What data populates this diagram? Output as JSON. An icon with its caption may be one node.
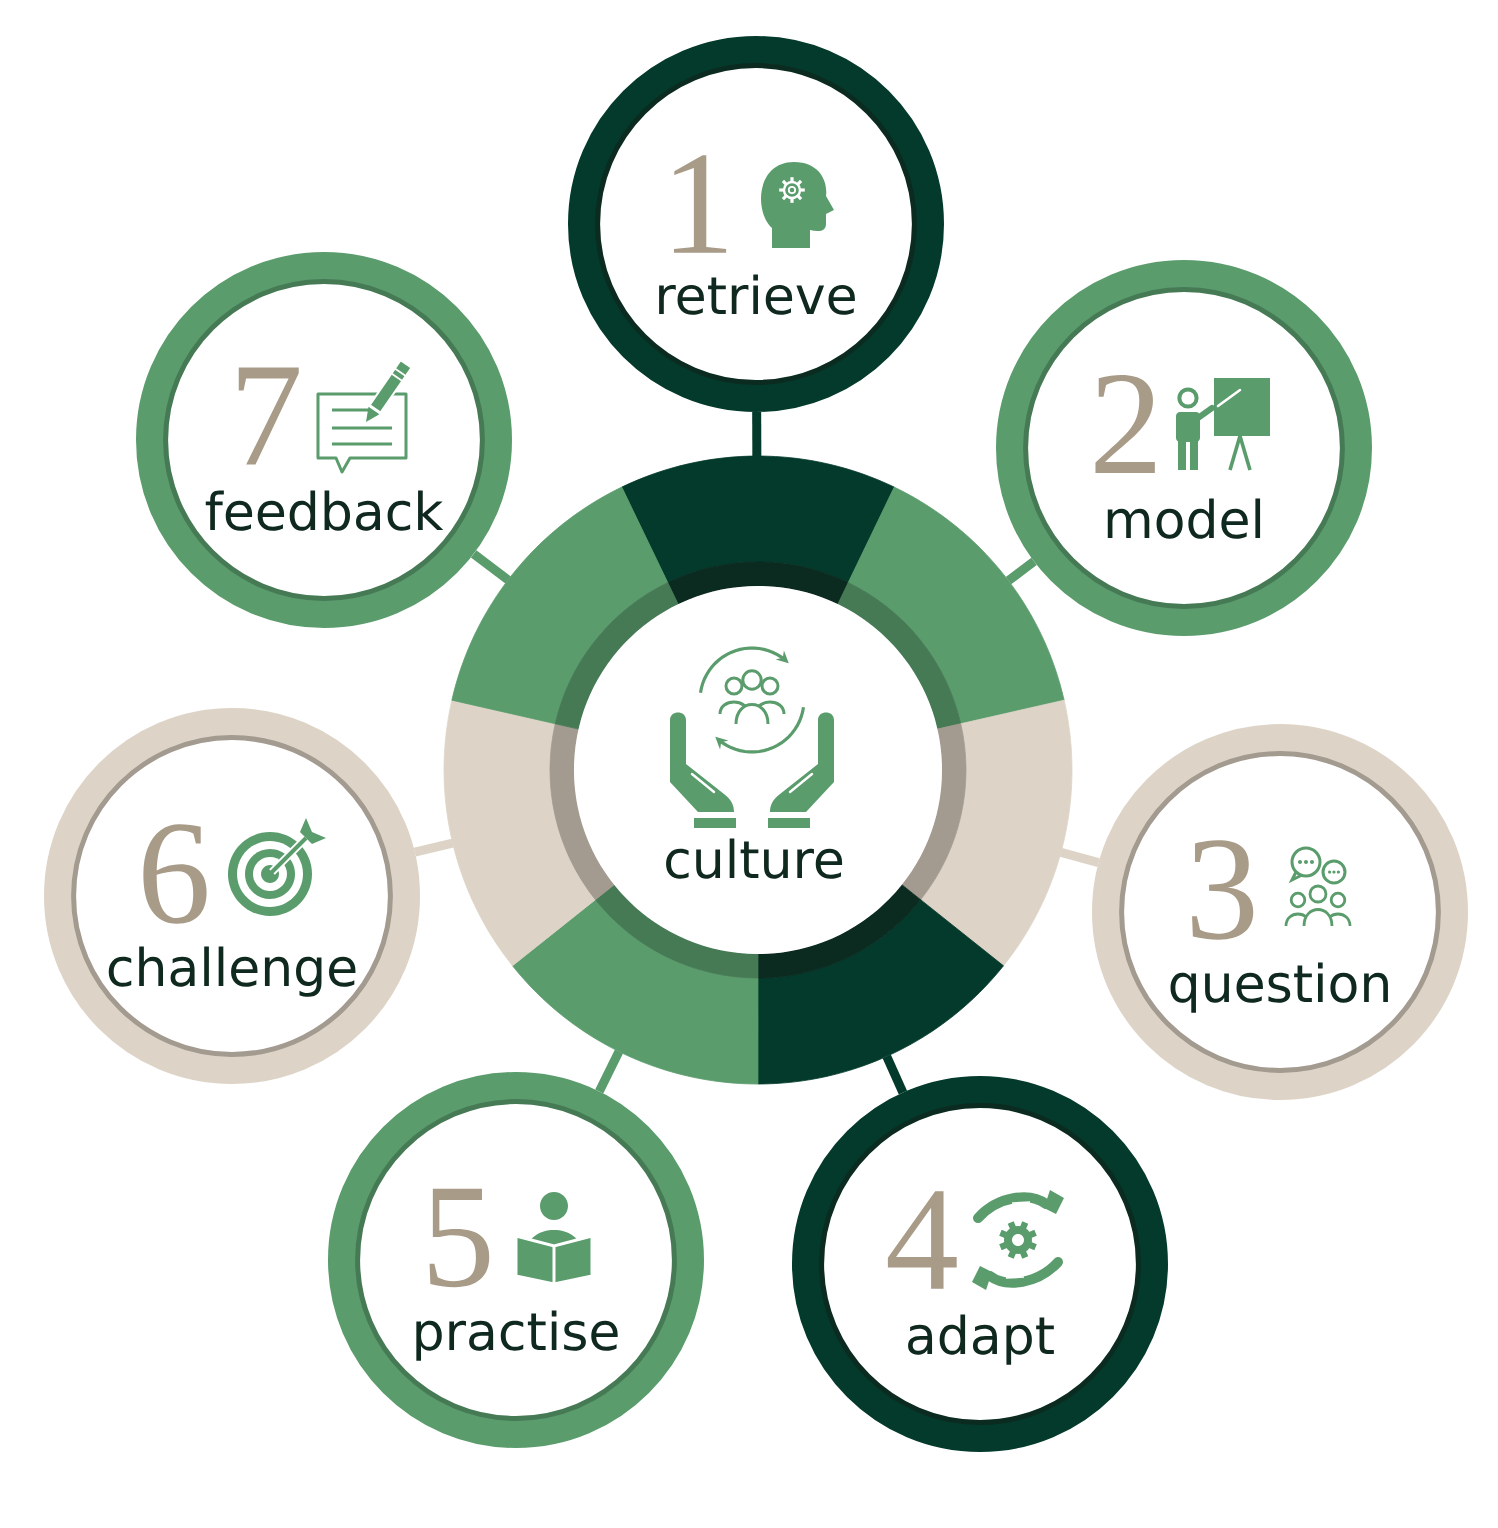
{
  "diagram": {
    "nodes": [
      {
        "text": [
          "culture"
        ]
      },
      {
        "text": [
          "1",
          "retrieve"
        ]
      },
      {
        "text": [
          "2",
          "model"
        ]
      },
      {
        "text": [
          "3",
          "question"
        ]
      },
      {
        "text": [
          "4",
          "adapt"
        ]
      },
      {
        "text": [
          "5",
          "practise"
        ]
      },
      {
        "text": [
          "6",
          "challenge"
        ]
      },
      {
        "text": [
          "7",
          "feedback"
        ]
      }
    ],
    "edges": [
      {
        "from": 0,
        "to": 1,
        "arrow": "none",
        "color": "#033a2b"
      },
      {
        "from": 0,
        "to": 2,
        "arrow": "none"
      },
      {
        "from": 0,
        "to": 3,
        "arrow": "none",
        "color": "#ddd4c7"
      },
      {
        "from": 0,
        "to": 4,
        "arrow": "none",
        "color": "#033a2b"
      },
      {
        "from": 0,
        "to": 5,
        "arrow": "none"
      },
      {
        "from": 0,
        "to": 6,
        "arrow": "none",
        "color": "#ddd4c7"
      },
      {
        "from": 0,
        "to": 7,
        "arrow": "none"
      }
    ]
  }
}
